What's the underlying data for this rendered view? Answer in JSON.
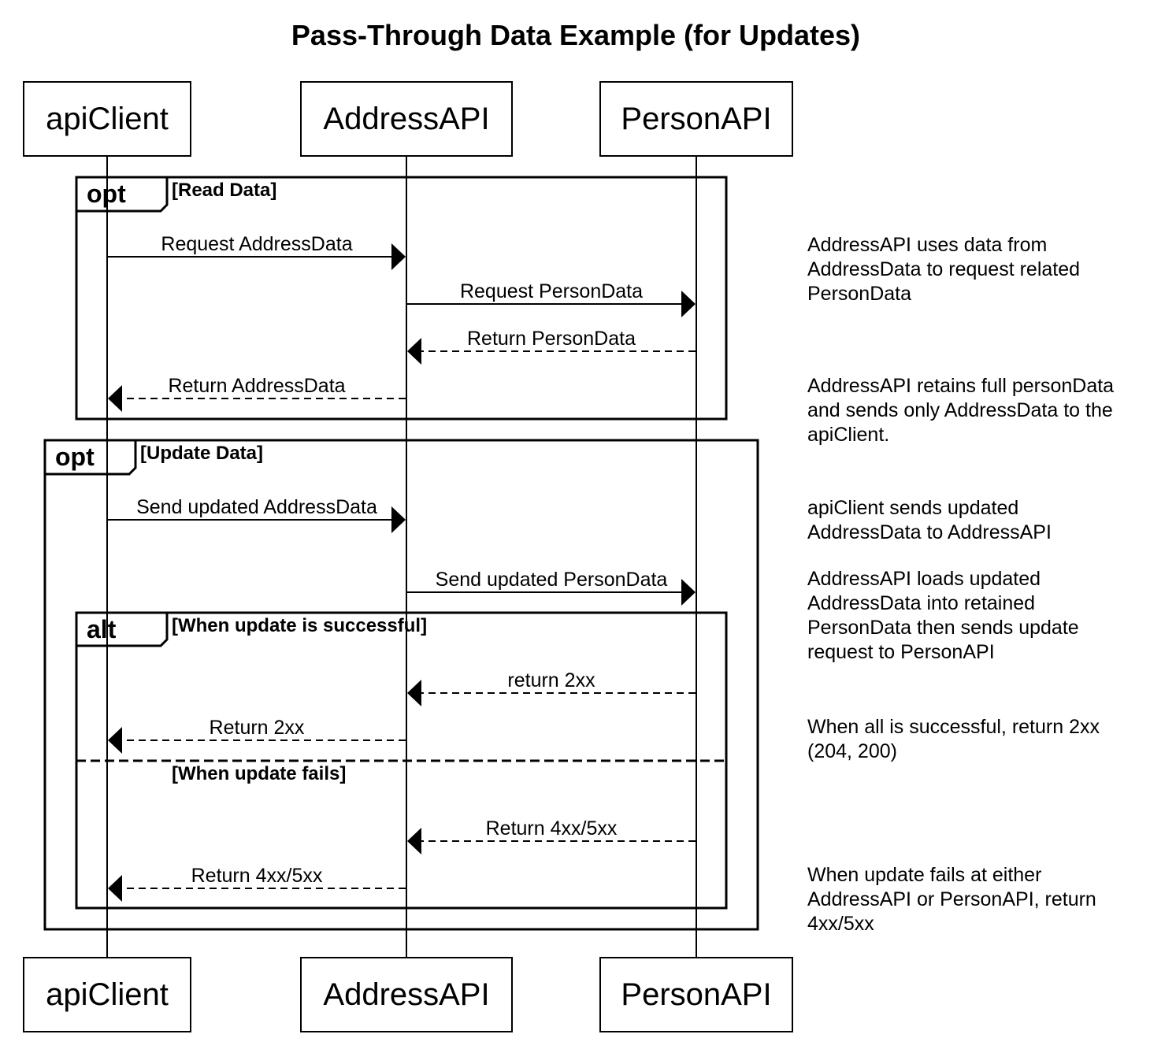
{
  "title": "Pass-Through Data Example (for Updates)",
  "participants": [
    "apiClient",
    "AddressAPI",
    "PersonAPI"
  ],
  "frames": [
    {
      "keyword": "opt",
      "guard": "[Read Data]"
    },
    {
      "keyword": "opt",
      "guard": "[Update Data]"
    },
    {
      "keyword": "alt",
      "guard": "[When update is successful]",
      "else_guard": "[When update fails]"
    }
  ],
  "messages": [
    {
      "from": "apiClient",
      "to": "AddressAPI",
      "label": "Request AddressData",
      "style": "solid"
    },
    {
      "from": "AddressAPI",
      "to": "PersonAPI",
      "label": "Request PersonData",
      "style": "solid"
    },
    {
      "from": "PersonAPI",
      "to": "AddressAPI",
      "label": "Return PersonData",
      "style": "dashed"
    },
    {
      "from": "AddressAPI",
      "to": "apiClient",
      "label": "Return AddressData",
      "style": "dashed"
    },
    {
      "from": "apiClient",
      "to": "AddressAPI",
      "label": "Send updated AddressData",
      "style": "solid"
    },
    {
      "from": "AddressAPI",
      "to": "PersonAPI",
      "label": "Send updated PersonData",
      "style": "solid"
    },
    {
      "from": "PersonAPI",
      "to": "AddressAPI",
      "label": "return 2xx",
      "style": "dashed"
    },
    {
      "from": "AddressAPI",
      "to": "apiClient",
      "label": "Return 2xx",
      "style": "dashed"
    },
    {
      "from": "PersonAPI",
      "to": "AddressAPI",
      "label": "Return 4xx/5xx",
      "style": "dashed"
    },
    {
      "from": "AddressAPI",
      "to": "apiClient",
      "label": "Return 4xx/5xx",
      "style": "dashed"
    }
  ],
  "notes": [
    {
      "lines": [
        "AddressAPI uses data from",
        "AddressData to request related",
        "PersonData"
      ]
    },
    {
      "lines": [
        "AddressAPI retains full personData",
        "and sends only AddressData to the",
        "apiClient."
      ]
    },
    {
      "lines": [
        "apiClient sends updated",
        "AddressData to AddressAPI"
      ]
    },
    {
      "lines": [
        "AddressAPI loads updated",
        "AddressData into retained",
        "PersonData then sends update",
        "request to PersonAPI"
      ]
    },
    {
      "lines": [
        "When all is successful, return 2xx",
        "(204, 200)"
      ]
    },
    {
      "lines": [
        "When update fails at either",
        "AddressAPI or PersonAPI, return",
        "4xx/5xx"
      ]
    }
  ]
}
